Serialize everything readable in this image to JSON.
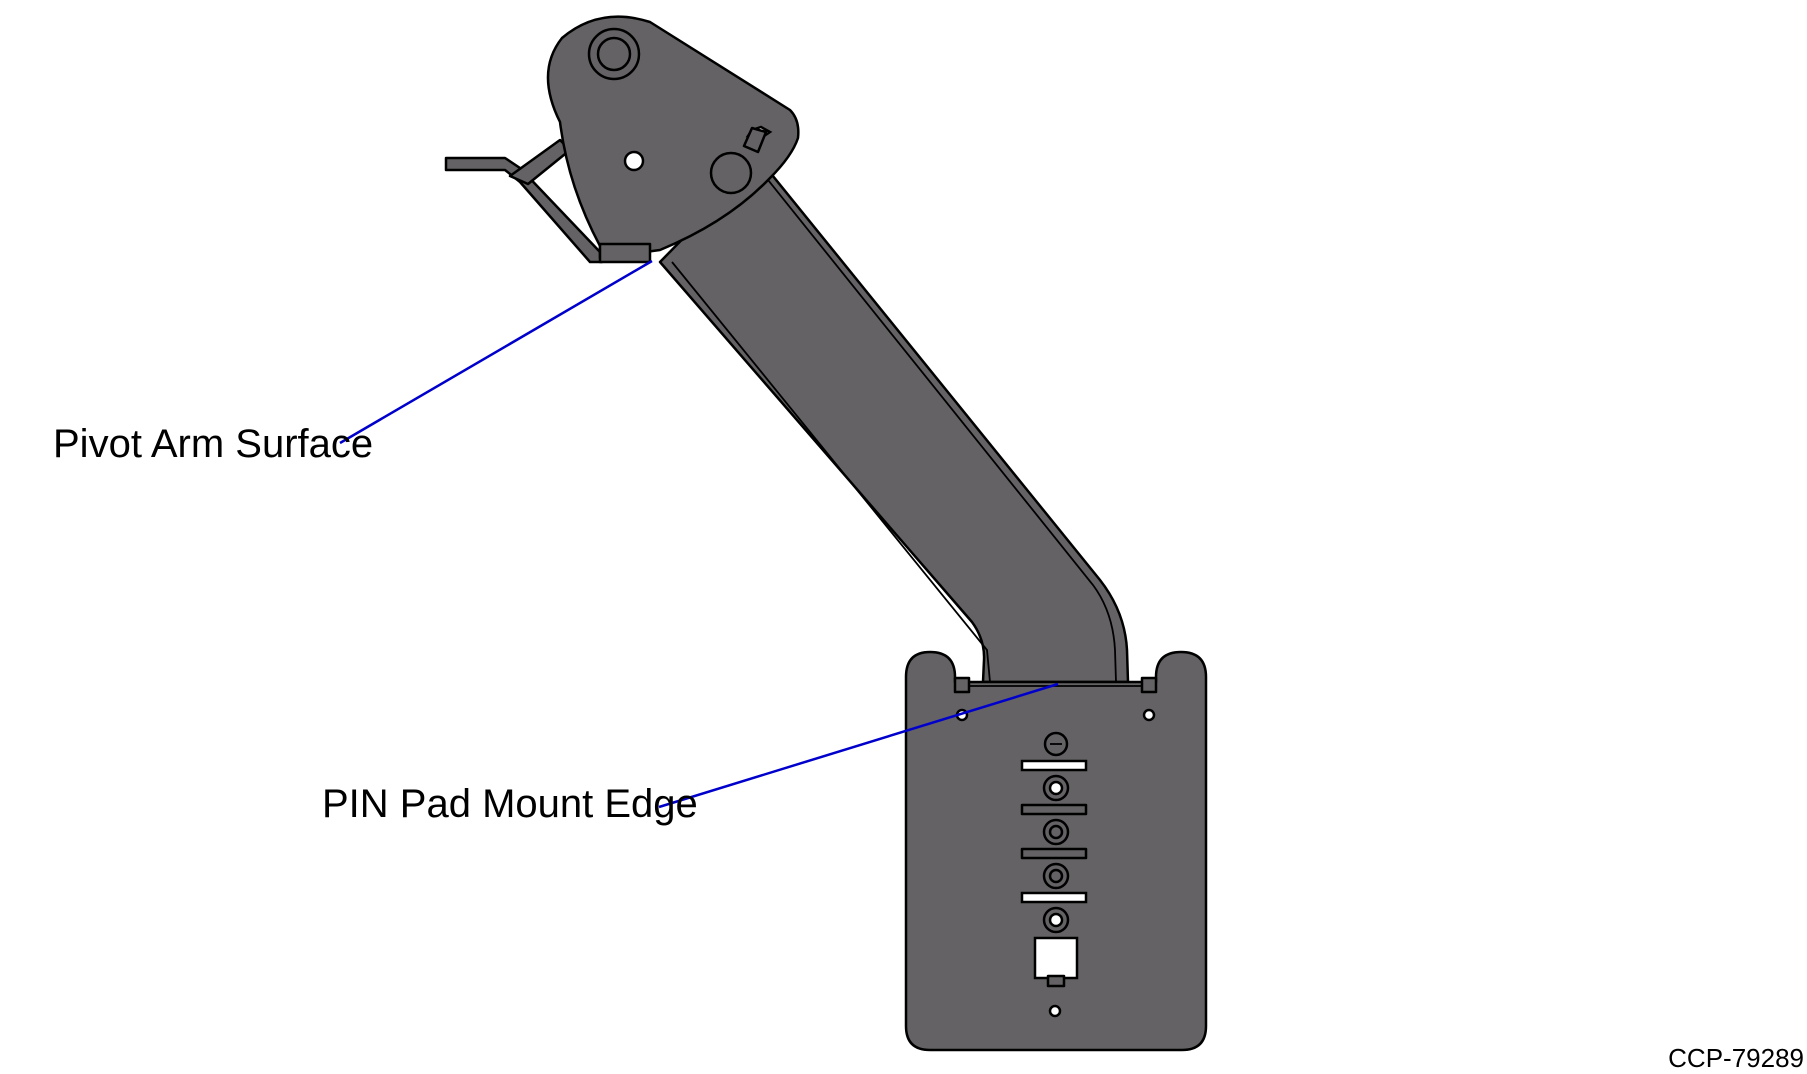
{
  "figure": {
    "callouts": [
      {
        "id": "pivot-arm-surface",
        "label": "Pivot Arm Surface"
      },
      {
        "id": "pin-pad-mount-edge",
        "label": "PIN Pad Mount Edge"
      }
    ],
    "reference_id": "CCP-79289"
  },
  "colors": {
    "part_fill": "#646264",
    "outline": "#000000",
    "leader_line": "#0000cc",
    "background": "#ffffff"
  }
}
